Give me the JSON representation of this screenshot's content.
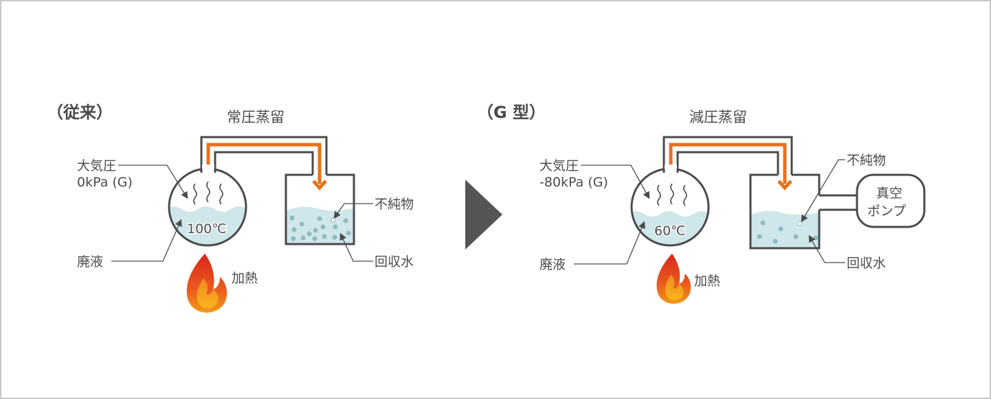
{
  "colors": {
    "line": "#4a4a4a",
    "pipe_flow": "#e8711c",
    "liquid": "#cfe6ea",
    "particle": "#8fbcc0",
    "arrow_mark": "#555555",
    "border": "#c8c8c8"
  },
  "left": {
    "header": "（従来）",
    "title": "常圧蒸留",
    "pressure_label_1": "大気圧",
    "pressure_label_2": "0kPa (G)",
    "temperature": "100℃",
    "waste_label": "廃液",
    "heat_label": "加熱",
    "impurity_label": "不純物",
    "recovered_label": "回収水"
  },
  "right": {
    "header": "（G 型）",
    "title": "減圧蒸留",
    "pressure_label_1": "大気圧",
    "pressure_label_2": "-80kPa (G)",
    "temperature": "60℃",
    "waste_label": "廃液",
    "heat_label": "加熱",
    "impurity_label": "不純物",
    "recovered_label": "回収水",
    "pump_label_1": "真空",
    "pump_label_2": "ポンプ"
  },
  "icons": {
    "transition": "triangle-right",
    "heat": "flame",
    "steam": "wavy-lines"
  }
}
